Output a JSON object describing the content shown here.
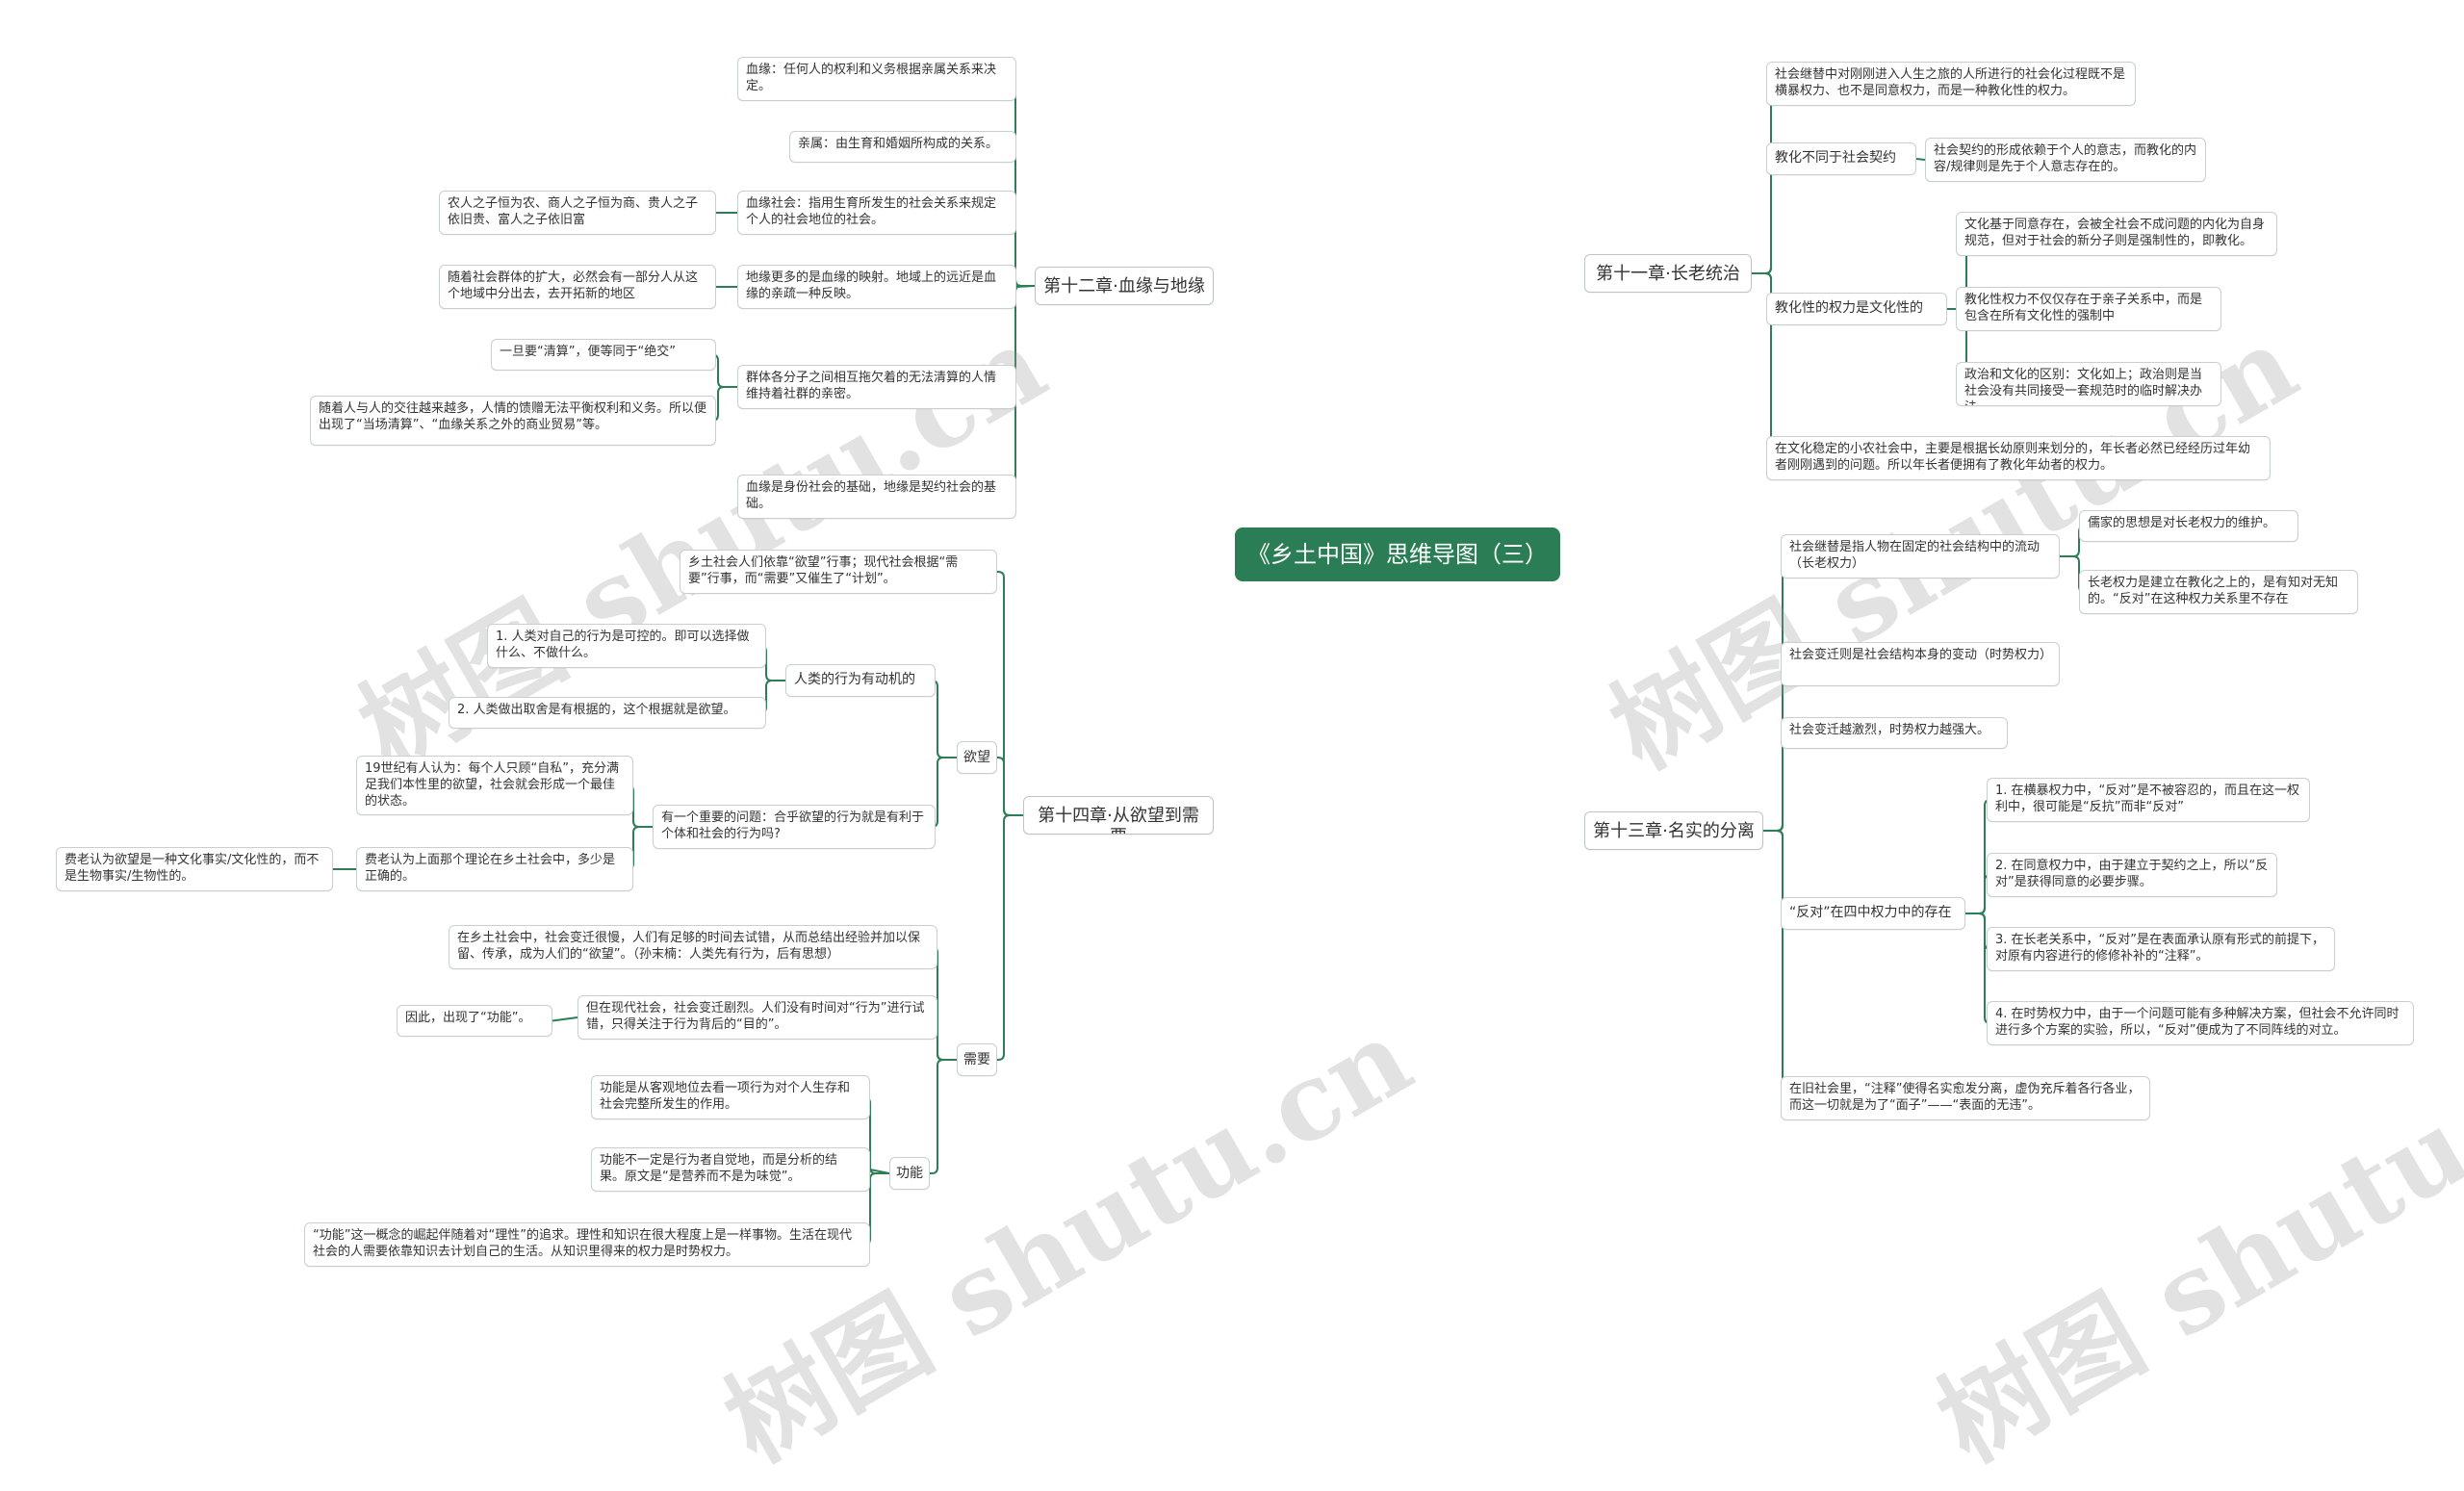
{
  "root": "《乡土中国》思维导图（三）",
  "watermark": "树图 shutu.cn",
  "colors": {
    "accent": "#2a7d54",
    "link": "#2e7d57",
    "border": "#c9cfcc"
  },
  "ch12": {
    "title": "第十二章·血缘与地缘",
    "n1": "血缘：任何人的权利和义务根据亲属关系来决定。",
    "n2": "亲属：由生育和婚姻所构成的关系。",
    "n3": "血缘社会：指用生育所发生的社会关系来规定个人的社会地位的社会。",
    "n3a": "农人之子恒为农、商人之子恒为商、贵人之子依旧贵、富人之子依旧富",
    "n4": "地缘更多的是血缘的映射。地域上的远近是血缘的亲疏一种反映。",
    "n4a": "随着社会群体的扩大，必然会有一部分人从这个地域中分出去，去开拓新的地区",
    "n5": "群体各分子之间相互拖欠着的无法清算的人情维持着社群的亲密。",
    "n5a": "一旦要“清算”，便等同于“绝交”",
    "n5b": "随着人与人的交往越来越多，人情的馈赠无法平衡权利和义务。所以便出现了“当场清算”、“血缘关系之外的商业贸易”等。",
    "n6": "血缘是身份社会的基础，地缘是契约社会的基础。"
  },
  "ch14": {
    "title": "第十四章·从欲望到需要",
    "n1": "乡土社会人们依靠“欲望”行事；现代社会根据“需要”行事，而“需要”又催生了“计划”。",
    "desire": {
      "label": "欲望",
      "motive": "人类的行为有动机的",
      "m1": "1. 人类对自己的行为是可控的。即可以选择做什么、不做什么。",
      "m2": "2. 人类做出取舍是有根据的，这个根据就是欲望。",
      "q": "有一个重要的问题：合乎欲望的行为就是有利于个体和社会的行为吗?",
      "q1": "19世纪有人认为：每个人只顾“自私”，充分满足我们本性里的欲望，社会就会形成一个最佳的状态。",
      "q2": "费老认为上面那个理论在乡土社会中，多少是正确的。",
      "q2a": "费老认为欲望是一种文化事实/文化性的，而不是生物事实/生物性的。"
    },
    "need": {
      "label": "需要",
      "n1": "在乡土社会中，社会变迁很慢，人们有足够的时间去试错，从而总结出经验并加以保留、传承，成为人们的“欲望”。（孙末楠：人类先有行为，后有思想）",
      "n2": "但在现代社会，社会变迁剧烈。人们没有时间对“行为”进行试错，只得关注于行为背后的“目的”。",
      "n2a": "因此，出现了“功能”。",
      "func": {
        "label": "功能",
        "f1": "功能是从客观地位去看一项行为对个人生存和社会完整所发生的作用。",
        "f2": "功能不一定是行为者自觉地，而是分析的结果。原文是“是营养而不是为味觉”。",
        "f3": "“功能”这一概念的崛起伴随着对“理性”的追求。理性和知识在很大程度上是一样事物。生活在现代社会的人需要依靠知识去计划自己的生活。从知识里得来的权力是时势权力。"
      }
    }
  },
  "ch11": {
    "title": "第十一章·长老统治",
    "n1": "社会继替中对刚刚进入人生之旅的人所进行的社会化过程既不是横暴权力、也不是同意权力，而是一种教化性的权力。",
    "n2": "教化不同于社会契约",
    "n2a": "社会契约的形成依赖于个人的意志，而教化的内容/规律则是先于个人意志存在的。",
    "n3": "教化性的权力是文化性的",
    "n3a": "文化基于同意存在，会被全社会不成问题的内化为自身规范，但对于社会的新分子则是强制性的，即教化。",
    "n3b": "教化性权力不仅仅存在于亲子关系中，而是包含在所有文化性的强制中",
    "n3c": "政治和文化的区别：文化如上；政治则是当社会没有共同接受一套规范时的临时解决办法。",
    "n4": "在文化稳定的小农社会中，主要是根据长幼原则来划分的，年长者必然已经经历过年幼者刚刚遇到的问题。所以年长者便拥有了教化年幼者的权力。"
  },
  "ch13": {
    "title": "第十三章·名实的分离",
    "n1": "社会继替是指人物在固定的社会结构中的流动（长老权力）",
    "n1a": "儒家的思想是对长老权力的维护。",
    "n1b": "长老权力是建立在教化之上的，是有知对无知的。“反对”在这种权力关系里不存在",
    "n2": "社会变迁则是社会结构本身的变动（时势权力）",
    "n3": "社会变迁越激烈，时势权力越强大。",
    "n4": "“反对”在四中权力中的存在",
    "n4a": "1. 在横暴权力中，“反对”是不被容忍的，而且在这一权利中，很可能是“反抗”而非“反对”",
    "n4b": "2. 在同意权力中，由于建立于契约之上，所以“反对”是获得同意的必要步骤。",
    "n4c": "3. 在长老关系中，“反对”是在表面承认原有形式的前提下，对原有内容进行的修修补补的“注释”。",
    "n4d": "4. 在时势权力中，由于一个问题可能有多种解决方案，但社会不允许同时进行多个方案的实验，所以，“反对”便成为了不同阵线的对立。",
    "n5": "在旧社会里，“注释”使得名实愈发分离，虚伪充斥着各行各业，而这一切就是为了“面子”——“表面的无违”。"
  }
}
